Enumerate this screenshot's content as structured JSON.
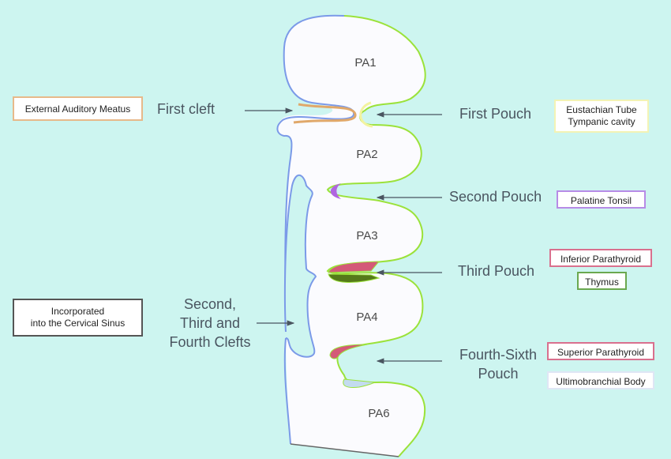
{
  "title": "Pharyngeal arches, clefts and pouches derivatives",
  "colors": {
    "background": "#cdf5f0",
    "ectoderm": "#7b9ae8",
    "endoderm": "#9be23a",
    "arch_fill": "#fbfbfe",
    "arrow": "#4a5560",
    "eam_border": "#e7b98a",
    "eustachian_border": "#f3f3b5",
    "tonsil_border": "#b78be6",
    "parathyroid_border": "#d9708e",
    "thymus_border": "#6aa84f",
    "ultimo_border": "#dfe6f5",
    "cervical_border": "#555555",
    "parathyroid_fill": "#d45a78",
    "thymus_fill": "#557a1a",
    "tonsil_fill": "#b066e0",
    "ultimo_fill": "#c3dbef",
    "eam_fill": "#e0a86a"
  },
  "arches": [
    "PA1",
    "PA2",
    "PA3",
    "PA4",
    "PA6"
  ],
  "clefts": {
    "first": "First cleft",
    "others_line1": "Second,",
    "others_line2": "Third and",
    "others_line3": "Fourth Clefts"
  },
  "pouches": {
    "first": "First Pouch",
    "second": "Second Pouch",
    "third": "Third Pouch",
    "fourth_line1": "Fourth-Sixth",
    "fourth_line2": "Pouch"
  },
  "derivatives": {
    "eam": "External Auditory Meatus",
    "cervical_line1": "Incorporated",
    "cervical_line2": "into the Cervical Sinus",
    "eustachian_line1": "Eustachian Tube",
    "eustachian_line2": "Tympanic cavity",
    "palatine": "Palatine Tonsil",
    "inferior_parathyroid": "Inferior Parathyroid",
    "thymus": "Thymus",
    "superior_parathyroid": "Superior Parathyroid",
    "ultimobranchial": "Ultimobranchial Body"
  }
}
